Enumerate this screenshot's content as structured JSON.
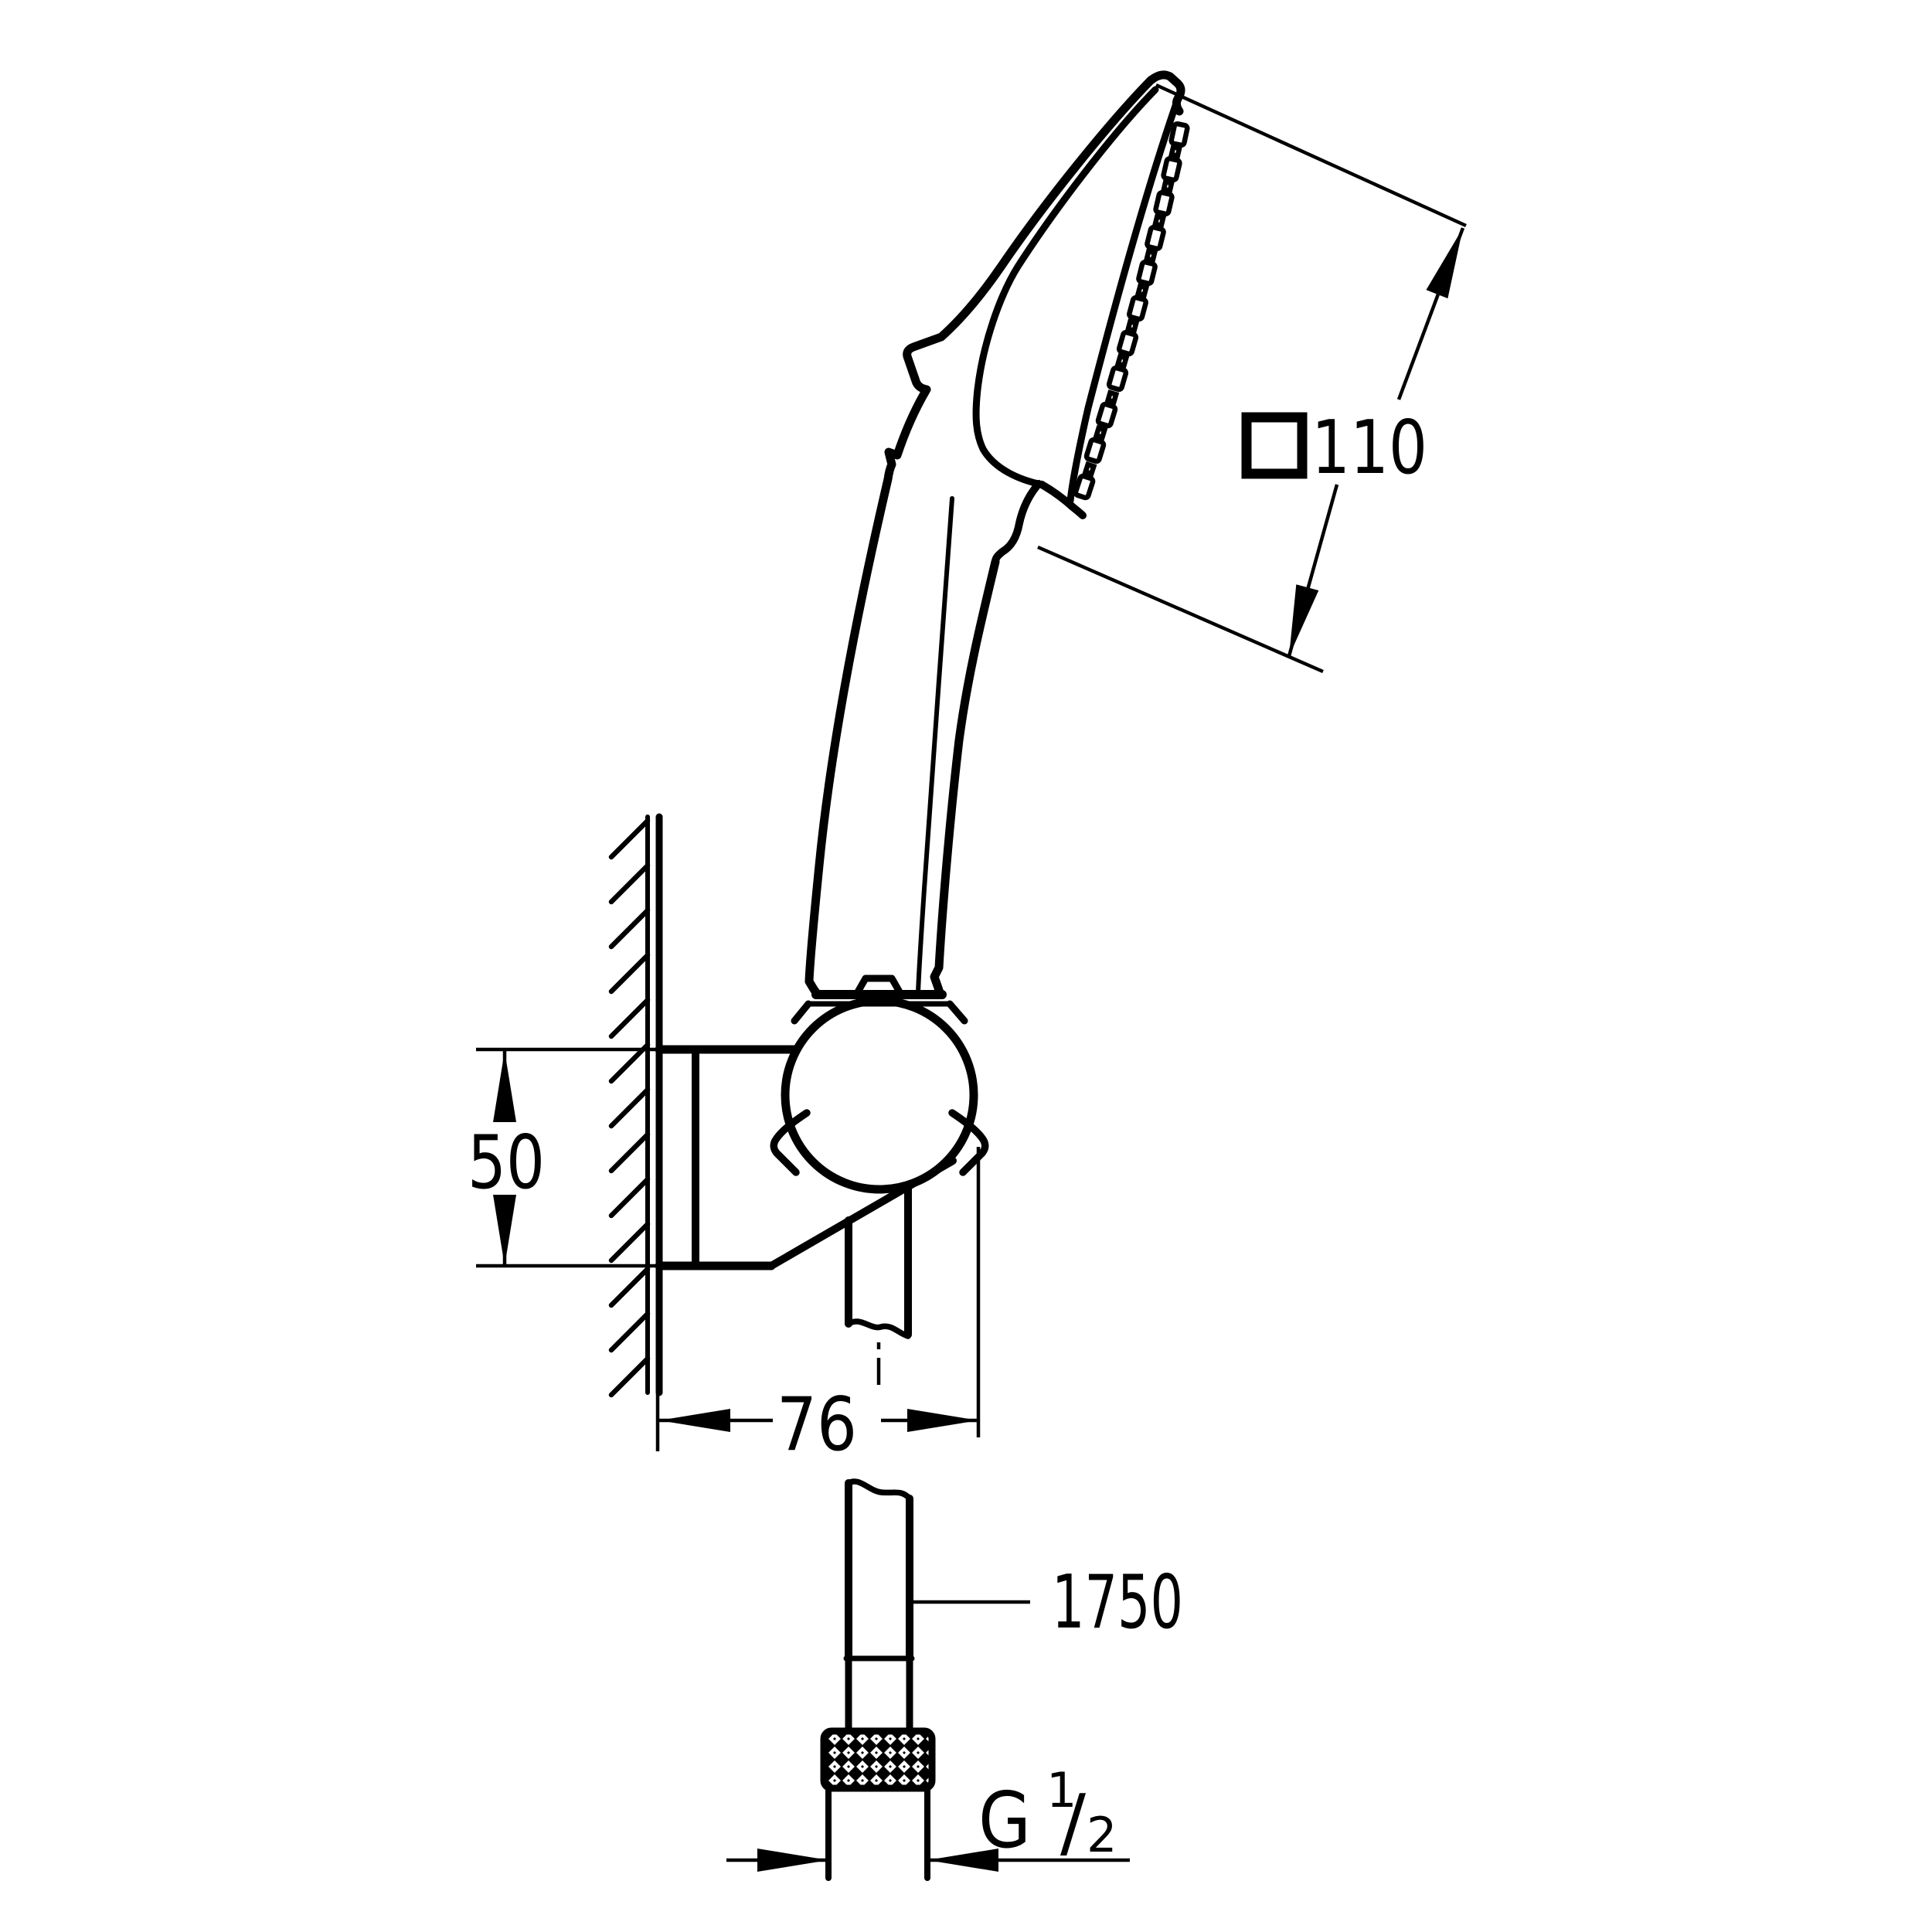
{
  "page": {
    "background": "#ffffff",
    "line_color": "#000000"
  },
  "drawing": {
    "type": "technical-dimension-drawing",
    "subject": "hand shower on wall holder with shower hose, side elevation",
    "dimensions": {
      "head_face": {
        "symbol_icon": "square-outline",
        "value": "110"
      },
      "holder_height": {
        "value": "50"
      },
      "holder_depth": {
        "value": "76"
      },
      "hose_length": {
        "value": "1750"
      },
      "connection_thread": {
        "letter": "G",
        "numerator": "1",
        "slash": "/",
        "denominator": "2"
      }
    }
  }
}
